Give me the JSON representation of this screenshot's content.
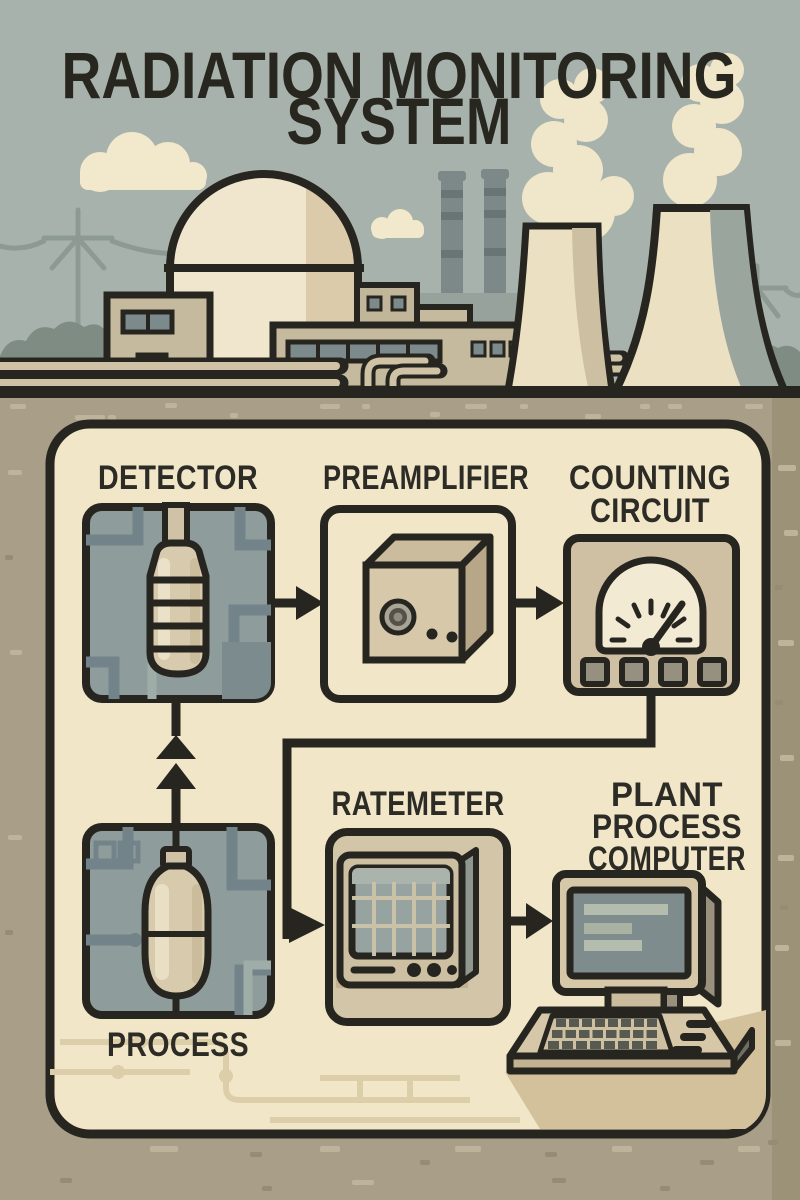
{
  "title": {
    "line1": "RADIATION MONITORING",
    "line2": "SYSTEM"
  },
  "scene": {
    "elements": [
      "reactor-dome",
      "cooling-towers",
      "steam-plumes",
      "smokestacks",
      "plant-buildings",
      "power-line-silhouettes",
      "clouds",
      "trees",
      "pipes"
    ]
  },
  "diagram": {
    "blocks": [
      {
        "id": "detector",
        "label": "DETECTOR",
        "icon": "geiger-tube-icon"
      },
      {
        "id": "preamplifier",
        "label": "PREAMPLIFIER",
        "icon": "amplifier-box-icon"
      },
      {
        "id": "counting-circuit",
        "label_lines": [
          "COUNTING",
          "CIRCUIT"
        ],
        "icon": "gauge-icon"
      },
      {
        "id": "ratemeter",
        "label": "RATEMETER",
        "icon": "crt-meter-icon"
      },
      {
        "id": "plant-process-computer",
        "label_lines": [
          "PLANT",
          "PROCESS",
          "COMPUTER"
        ],
        "icon": "desktop-computer-icon"
      },
      {
        "id": "process",
        "label": "PROCESS",
        "icon": "process-vessel-icon"
      }
    ],
    "flow": [
      {
        "from": "PROCESS",
        "to": "DETECTOR"
      },
      {
        "from": "DETECTOR",
        "to": "PREAMPLIFIER"
      },
      {
        "from": "PREAMPLIFIER",
        "to": "COUNTING CIRCUIT"
      },
      {
        "from": "COUNTING CIRCUIT",
        "to": "RATEMETER"
      },
      {
        "from": "RATEMETER",
        "to": "PLANT PROCESS COMPUTER"
      }
    ]
  },
  "colors": {
    "sky": "#a8b2ac",
    "background_taupe": "#a99e87",
    "panel_cream": "#f1e6c8",
    "outline_black": "#26251f",
    "box_bluegray": "#8e9c9c",
    "device_tan": "#d6c7a8",
    "counting_box_tan": "#cfc0a3",
    "steam_cream": "#f0e6c9",
    "screen_gray": "#8a9798"
  }
}
